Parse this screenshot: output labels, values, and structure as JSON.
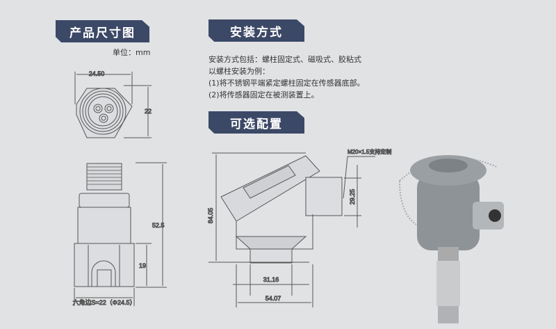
{
  "sections": {
    "dimensions": {
      "title": "产品尺寸图",
      "unit": "单位：mm",
      "top_view": {
        "width": "24.50",
        "height": "22"
      },
      "side_view": {
        "total_length": "52.5",
        "hex_height": "19",
        "hex_note": "六角边S=22（Φ24.5）"
      }
    },
    "installation": {
      "title": "安装方式",
      "lines": [
        "安装方式包括：螺柱固定式、磁吸式、胶粘式",
        "以螺柱安装为例：",
        "(1)将不锈钢平端紧定螺柱固定在传感器底部。",
        "(2)将传感器固定在被测装置上。"
      ]
    },
    "options": {
      "title": "可选配置",
      "dims": {
        "height": "84.05",
        "side": "29.25",
        "inner": "31.16",
        "outer": "54.07",
        "thread": "M20×1.5支持定制"
      }
    }
  },
  "colors": {
    "banner": "#3b4866",
    "background": "#e1e2e4",
    "housing": "#8e9398"
  }
}
